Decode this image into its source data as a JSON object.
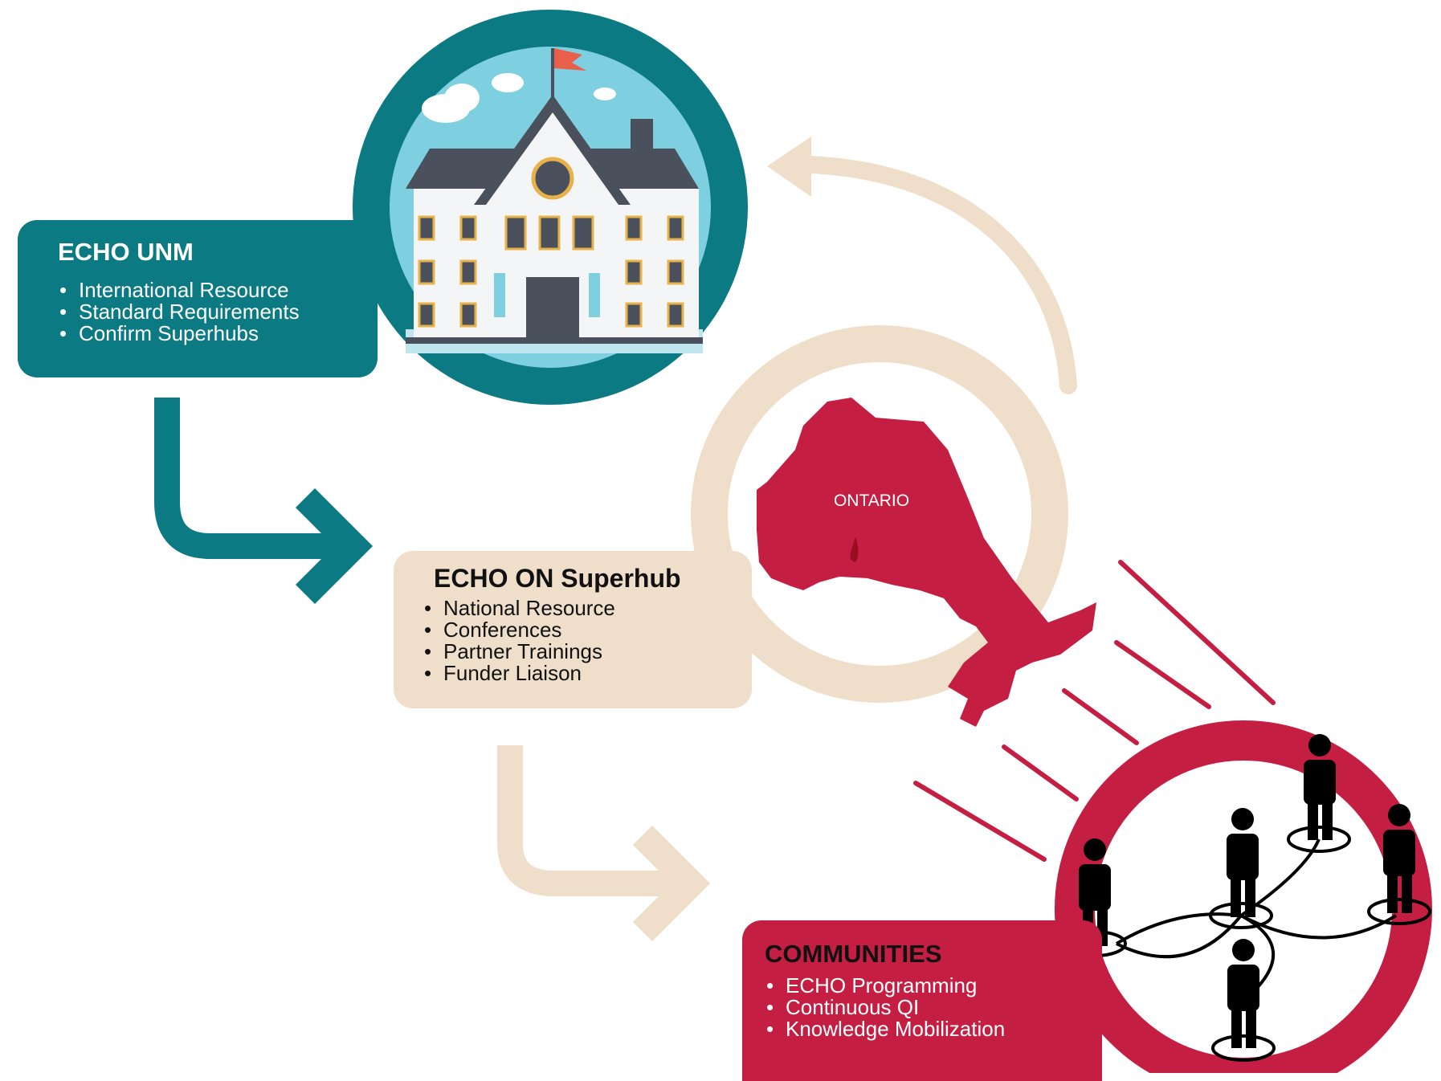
{
  "colors": {
    "teal": "#0b7a83",
    "beige": "#efdfca",
    "crimson": "#c41f43",
    "sky": "#7ecfdf"
  },
  "icons": [
    "university-building-icon",
    "ontario-map-icon",
    "people-network-icon"
  ],
  "echo_unm": {
    "title": "ECHO UNM",
    "items": [
      "International Resource",
      "Standard Requirements",
      "Confirm Superhubs"
    ]
  },
  "superhub": {
    "title": "ECHO ON Superhub",
    "items": [
      "National Resource",
      "Conferences",
      "Partner Trainings",
      "Funder Liaison"
    ]
  },
  "communities": {
    "title": "COMMUNITIES",
    "items": [
      "ECHO Programming",
      "Continuous QI",
      "Knowledge Mobilization"
    ]
  },
  "map": {
    "label": "ONTARIO"
  }
}
